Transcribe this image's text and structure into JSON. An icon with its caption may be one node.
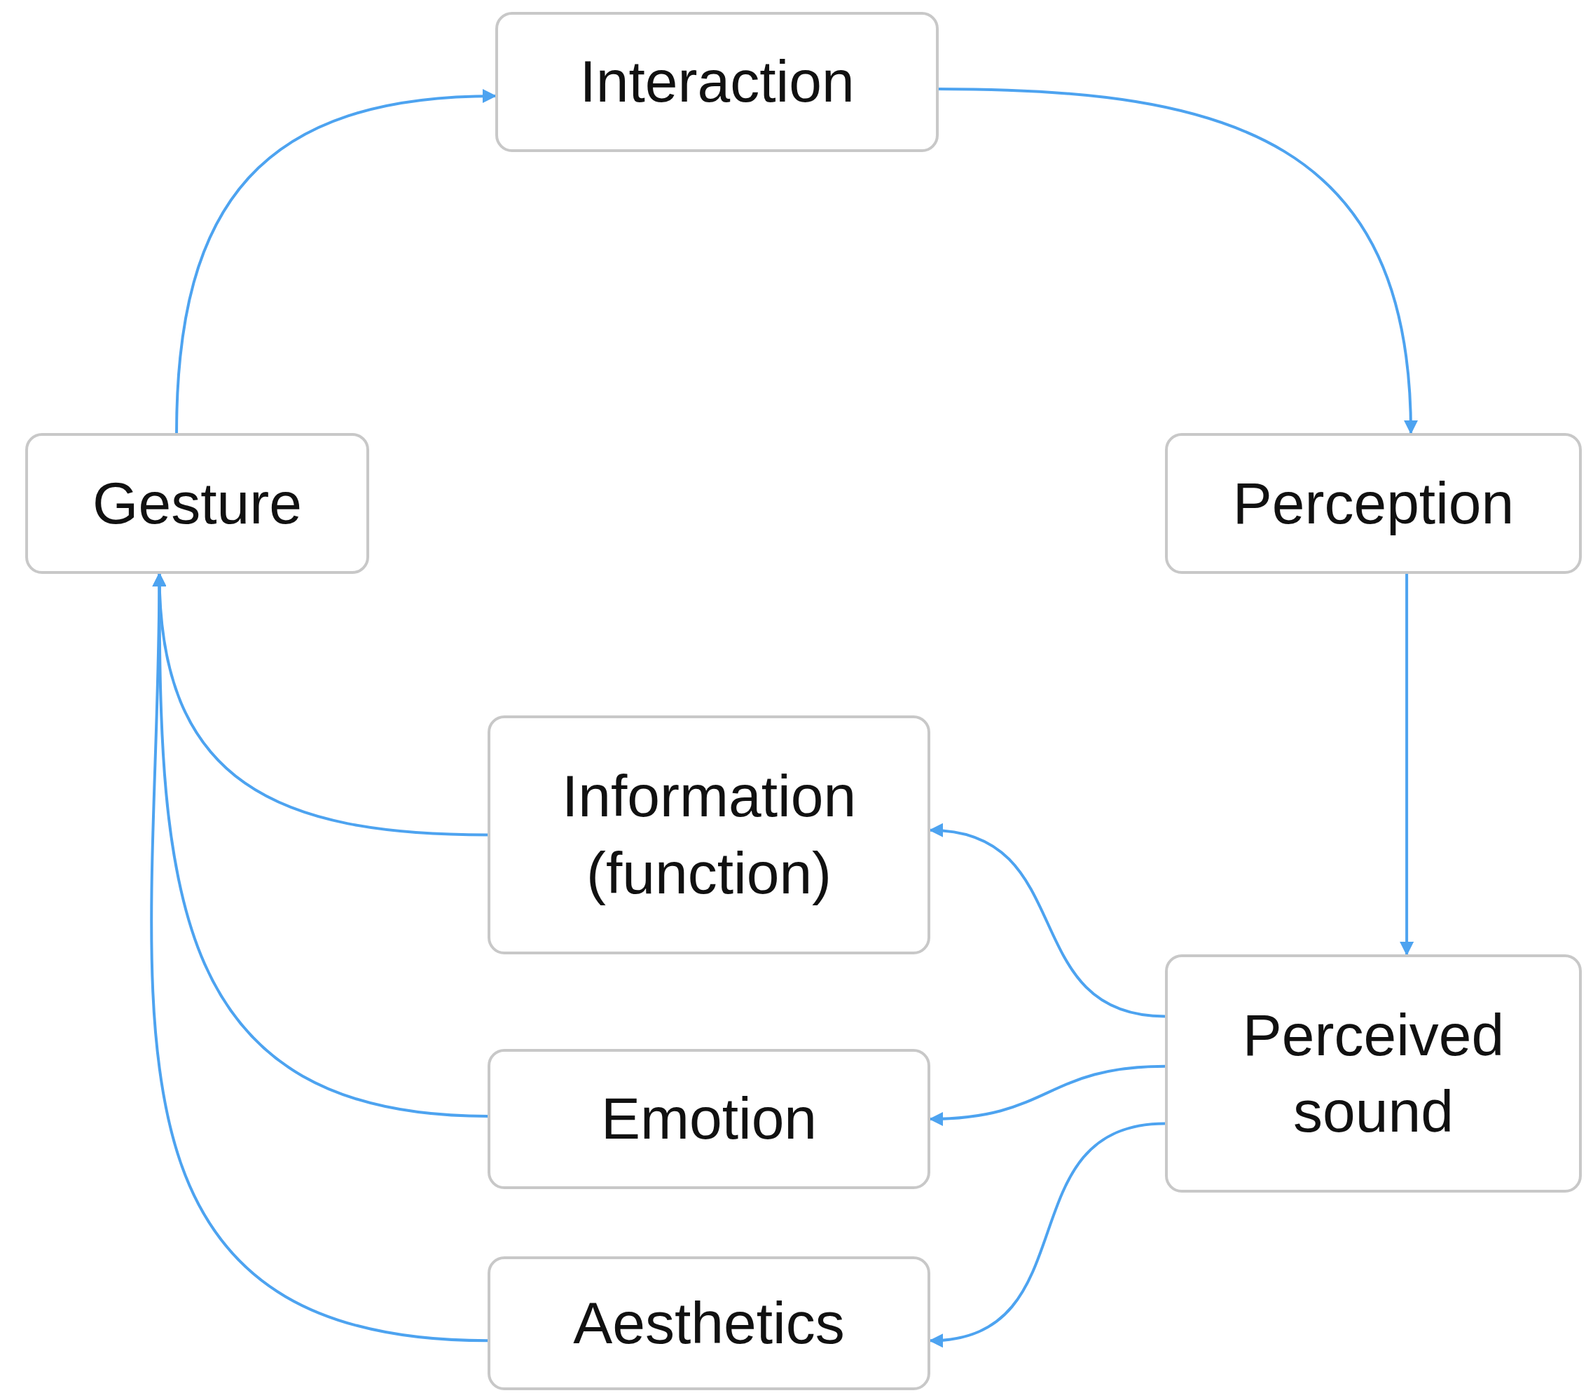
{
  "diagram": {
    "nodes": [
      {
        "text": [
          "Interaction"
        ]
      },
      {
        "text": [
          "Gesture"
        ]
      },
      {
        "text": [
          "Perception"
        ]
      },
      {
        "text": [
          "Information (function)"
        ]
      },
      {
        "text": [
          "Emotion"
        ]
      },
      {
        "text": [
          "Aesthetics"
        ]
      },
      {
        "text": [
          "Perceived sound"
        ]
      }
    ],
    "edges": [
      {
        "from": 1,
        "to": 0,
        "arrow": "to"
      },
      {
        "from": 0,
        "to": 2,
        "arrow": "to"
      },
      {
        "from": 2,
        "to": 6,
        "arrow": "to"
      },
      {
        "from": 6,
        "to": 3,
        "arrow": "to"
      },
      {
        "from": 6,
        "to": 4,
        "arrow": "to"
      },
      {
        "from": 6,
        "to": 5,
        "arrow": "to"
      },
      {
        "from": 3,
        "to": 1,
        "arrow": "to"
      },
      {
        "from": 4,
        "to": 1,
        "arrow": "to"
      },
      {
        "from": 5,
        "to": 1,
        "arrow": "to"
      }
    ]
  }
}
